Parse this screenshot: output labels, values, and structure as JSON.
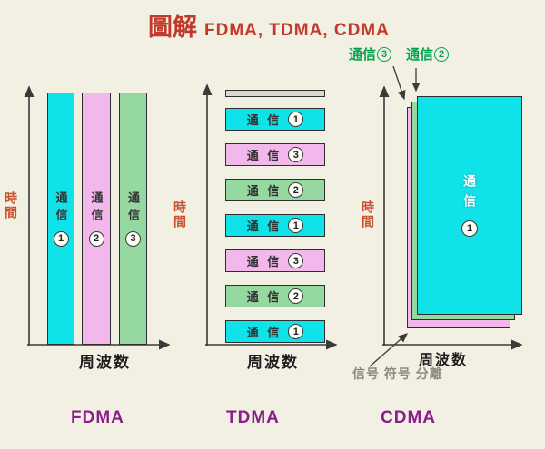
{
  "title": {
    "prefix": "圖解",
    "rest": "FDMA, TDMA, CDMA"
  },
  "axis": {
    "time": "時間",
    "frequency": "周波数"
  },
  "colors": {
    "background": "#F2EFE3",
    "title_red": "#C23A2B",
    "time_label_red": "#C8502E",
    "caption_purple": "#8A1E8C",
    "callout_green": "#00A44E",
    "bar_cyan": "#0FE2E8",
    "bar_pink": "#F2B8EC",
    "bar_green": "#95D9A0",
    "bar_gray": "#D8D7CE",
    "note_gray": "#8A8A84"
  },
  "fdma": {
    "caption": "FDMA",
    "bars": [
      {
        "name": "通信",
        "num": "1",
        "color": "cyan"
      },
      {
        "name": "通信",
        "num": "2",
        "color": "pink"
      },
      {
        "name": "通信",
        "num": "3",
        "color": "green"
      }
    ]
  },
  "tdma": {
    "caption": "TDMA",
    "bars": [
      {
        "name": "通 信",
        "num": "1",
        "color": "cyan"
      },
      {
        "name": "通 信",
        "num": "3",
        "color": "pink"
      },
      {
        "name": "通 信",
        "num": "2",
        "color": "green"
      },
      {
        "name": "通 信",
        "num": "1",
        "color": "cyan"
      },
      {
        "name": "通 信",
        "num": "3",
        "color": "pink"
      },
      {
        "name": "通 信",
        "num": "2",
        "color": "green"
      },
      {
        "name": "通 信",
        "num": "1",
        "color": "cyan"
      }
    ]
  },
  "cdma": {
    "caption": "CDMA",
    "callouts": [
      {
        "name": "通信",
        "num": "3"
      },
      {
        "name": "通信",
        "num": "2"
      }
    ],
    "front": {
      "name": "通信",
      "num": "1"
    },
    "note": "信号 符号 分離"
  }
}
